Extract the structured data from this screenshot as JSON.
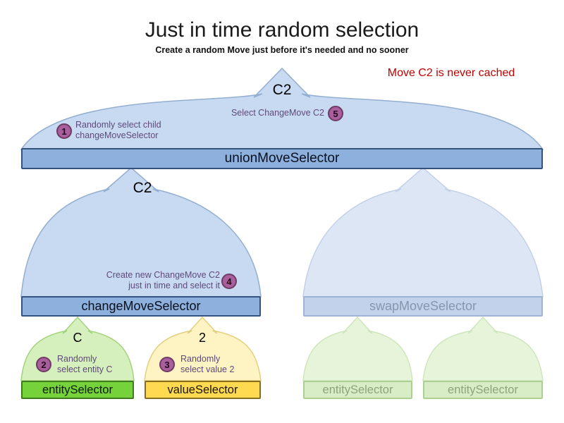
{
  "title": "Just in time random selection",
  "subtitle": "Create a random Move just before it's needed and no sooner",
  "note": "Move C2 is never cached",
  "labels": {
    "union_move": "C2",
    "change_move": "C2",
    "entity": "C",
    "value": "2"
  },
  "bars": {
    "union": "unionMoveSelector",
    "change": "changeMoveSelector",
    "swap": "swapMoveSelector",
    "entity": "entitySelector",
    "value": "valueSelector",
    "entity_faded_1": "entitySelector",
    "entity_faded_2": "entitySelector"
  },
  "steps": [
    {
      "num": "1",
      "text": "Randomly select child\nchangeMoveSelector"
    },
    {
      "num": "2",
      "text": "Randomly\nselect entity C"
    },
    {
      "num": "3",
      "text": "Randomly\nselect value 2"
    },
    {
      "num": "4",
      "text": "Create new ChangeMove C2\njust in time and select it"
    },
    {
      "num": "5",
      "text": "Select ChangeMove C2"
    }
  ],
  "colors": {
    "bar_blue": "#8eb0dc",
    "bar_blue_border": "#34537c",
    "mound_blue": "#c8daf1",
    "bar_swap_faded": "#c2d2ea",
    "bar_green": "#76d23b",
    "bar_yellow": "#ffd94f",
    "bar_green_faded": "#d8edc6",
    "mound_green": "#d5f0bd",
    "mound_yellow": "#fdf3c3",
    "step_circle": "#a95f9c",
    "annotation_text": "#5f497a",
    "note_red": "#c00000"
  }
}
